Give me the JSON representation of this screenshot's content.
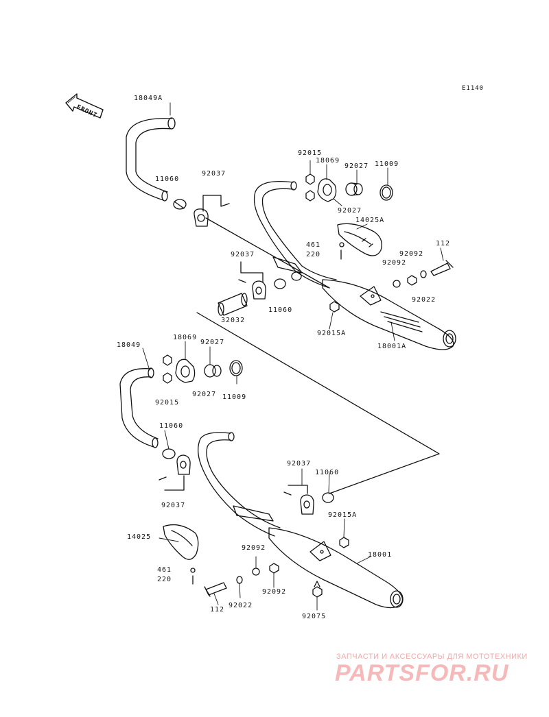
{
  "diagram": {
    "code": "E1140",
    "front_label": "FRONT",
    "parts": [
      {
        "id": "p1",
        "num": "18049A"
      },
      {
        "id": "p2",
        "num": "11060"
      },
      {
        "id": "p3",
        "num": "92037"
      },
      {
        "id": "p4",
        "num": "92015"
      },
      {
        "id": "p5",
        "num": "18069"
      },
      {
        "id": "p6",
        "num": "92027"
      },
      {
        "id": "p7",
        "num": "11009"
      },
      {
        "id": "p8",
        "num": "92027"
      },
      {
        "id": "p9",
        "num": "14025A"
      },
      {
        "id": "p10",
        "num": "461"
      },
      {
        "id": "p11",
        "num": "220"
      },
      {
        "id": "p12",
        "num": "112"
      },
      {
        "id": "p13",
        "num": "92092"
      },
      {
        "id": "p14",
        "num": "92092"
      },
      {
        "id": "p15",
        "num": "92022"
      },
      {
        "id": "p16",
        "num": "92037"
      },
      {
        "id": "p17",
        "num": "32032"
      },
      {
        "id": "p18",
        "num": "11060"
      },
      {
        "id": "p19",
        "num": "92015A"
      },
      {
        "id": "p20",
        "num": "18001A"
      },
      {
        "id": "p21",
        "num": "18049"
      },
      {
        "id": "p22",
        "num": "18069"
      },
      {
        "id": "p23",
        "num": "92027"
      },
      {
        "id": "p24",
        "num": "92015"
      },
      {
        "id": "p25",
        "num": "92027"
      },
      {
        "id": "p26",
        "num": "11009"
      },
      {
        "id": "p27",
        "num": "11060"
      },
      {
        "id": "p28",
        "num": "92037"
      },
      {
        "id": "p29",
        "num": "92037"
      },
      {
        "id": "p30",
        "num": "11060"
      },
      {
        "id": "p31",
        "num": "92015A"
      },
      {
        "id": "p32",
        "num": "14025"
      },
      {
        "id": "p33",
        "num": "18001"
      },
      {
        "id": "p34",
        "num": "92092"
      },
      {
        "id": "p35",
        "num": "461"
      },
      {
        "id": "p36",
        "num": "220"
      },
      {
        "id": "p37",
        "num": "92092"
      },
      {
        "id": "p38",
        "num": "112"
      },
      {
        "id": "p39",
        "num": "92022"
      },
      {
        "id": "p40",
        "num": "92075"
      }
    ]
  },
  "watermark": {
    "caption": "ЗАПЧАСТИ И АКСЕССУАРЫ ДЛЯ МОТОТЕХНИКИ",
    "logo": "PARTSFOR.RU"
  }
}
